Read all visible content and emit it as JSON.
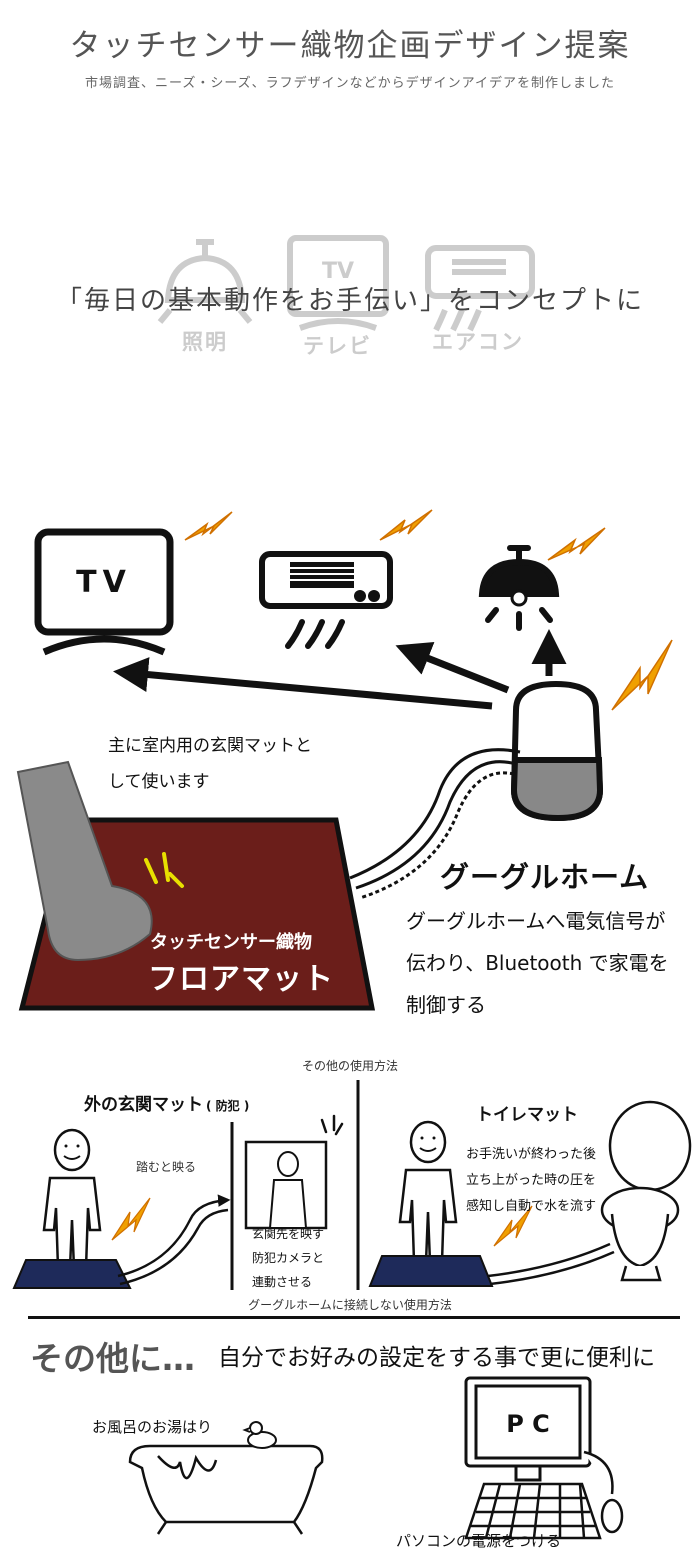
{
  "header": {
    "title": "タッチセンサー織物企画デザイン提案",
    "subtitle": "市場調査、ニーズ・シーズ、ラフデザインなどからデザインアイデアを制作しました"
  },
  "concept": {
    "text": "「毎日の基本動作をお手伝い」をコンセプトに",
    "ghost_icons": [
      {
        "icon": "ceiling-light-icon",
        "label": "照明"
      },
      {
        "icon": "tv-icon",
        "label": "テレビ",
        "screen_text": "TV"
      },
      {
        "icon": "air-conditioner-icon",
        "label": "エアコン"
      }
    ]
  },
  "main_diagram": {
    "tv_text": "TV",
    "mat_note_line1": "主に室内用の玄関マットと",
    "mat_note_line2": "して使います",
    "mat_label_line1": "タッチセンサー織物",
    "mat_label_line2": "フロアマット",
    "google_home_title": "グーグルホーム",
    "desc_line1": "グーグルホームへ電気信号が",
    "desc_line2": "伝わり、Bluetooth で家電を",
    "desc_line3": "制御する",
    "colors": {
      "mat": "#6b1e1a",
      "speaker_body": "#888888",
      "leg": "#8a8a8a",
      "lightning": "#f0a000"
    }
  },
  "other_uses": {
    "section_label": "その他の使用方法",
    "left_title": "外の玄関マット",
    "left_title_suffix": "( 防犯 )",
    "step_label": "踏むと映る",
    "camera_line1": "玄関先を映す",
    "camera_line2": "防犯カメラと",
    "camera_line3": "連動させる",
    "right_title": "トイレマット",
    "toilet_line1": "お手洗いが終わった後",
    "toilet_line2": "立ち上がった時の圧を",
    "toilet_line3": "感知し自動で水を流す",
    "bottom_label": "グーグルホームに接続しない使用方法",
    "colors": {
      "mat": "#1e2a5a"
    }
  },
  "extras": {
    "heading": "その他に…",
    "tagline": "自分でお好みの設定をする事で更に便利に",
    "bath_label": "お風呂のお湯はり",
    "pc_text": "P C",
    "pc_label": "パソコンの電源をつける"
  }
}
